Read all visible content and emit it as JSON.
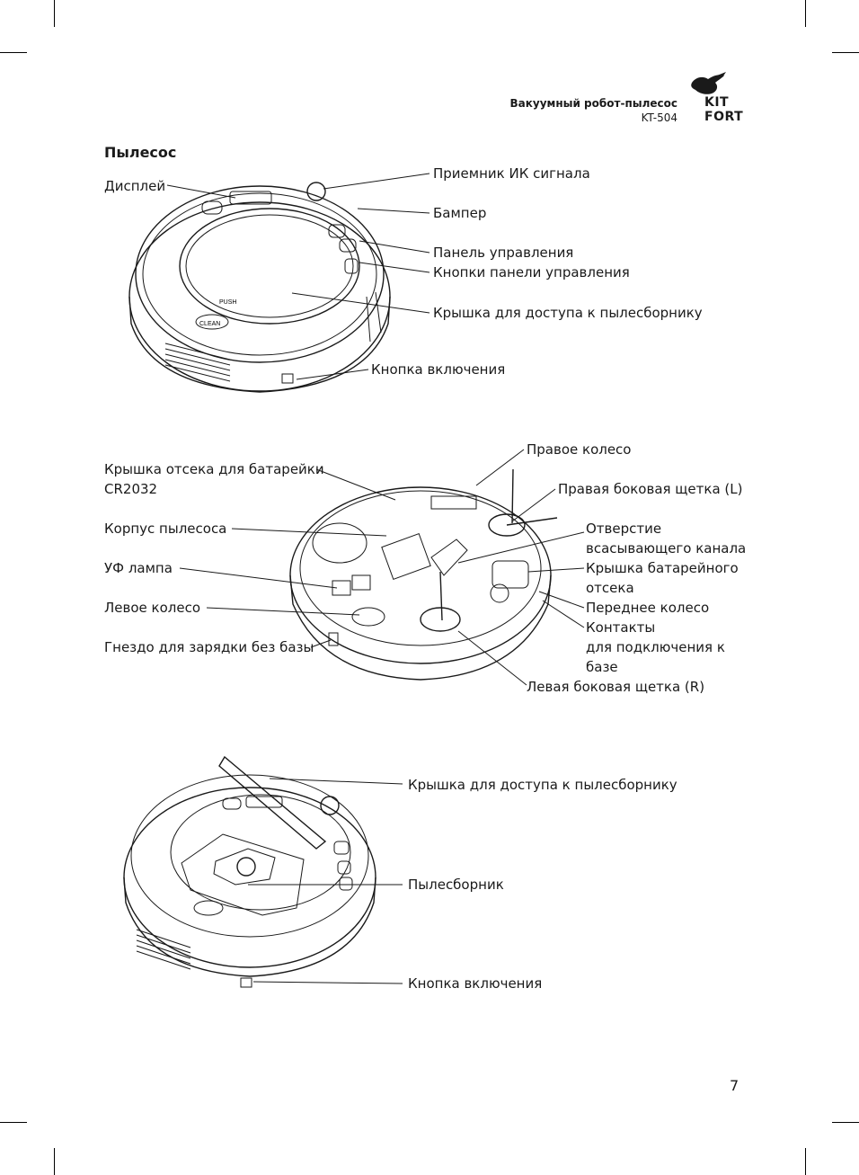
{
  "header": {
    "title": "Вакуумный робот-пылесос",
    "model": "KT-504",
    "logo_line1": "KIT",
    "logo_line2": "FORT"
  },
  "section_title": "Пылесос",
  "figure1": {
    "display": "Дисплей",
    "ir_receiver": "Приемник ИК сигнала",
    "bumper": "Бампер",
    "control_panel": "Панель управления",
    "panel_buttons": "Кнопки панели управления",
    "dust_lid": "Крышка для доступа к пылесборнику",
    "power_button": "Кнопка включения",
    "push_text": "PUSH",
    "clean_text": "CLEAN"
  },
  "figure2": {
    "right_wheel": "Правое колесо",
    "battery_cover_line1": "Крышка отсека для батарейки",
    "battery_cover_line2": "CR2032",
    "right_brush": "Правая боковая щетка (L)",
    "body": "Корпус пылесоса",
    "suction_line1": "Отверстие",
    "suction_line2": "всасывающего канала",
    "uv_lamp": "УФ лампа",
    "battery_lid_line1": "Крышка батарейного",
    "battery_lid_line2": "отсека",
    "left_wheel": "Левое колесо",
    "front_wheel": "Переднее колесо",
    "contacts_line1": "Контакты",
    "contacts_line2": "для подключения к",
    "contacts_line3": "базе",
    "charge_socket": "Гнездо для зарядки без базы",
    "left_brush": "Левая боковая щетка (R)"
  },
  "figure3": {
    "dust_lid": "Крышка для доступа к пылесборнику",
    "dust_bin": "Пылесборник",
    "power_button": "Кнопка включения"
  },
  "page_number": "7"
}
